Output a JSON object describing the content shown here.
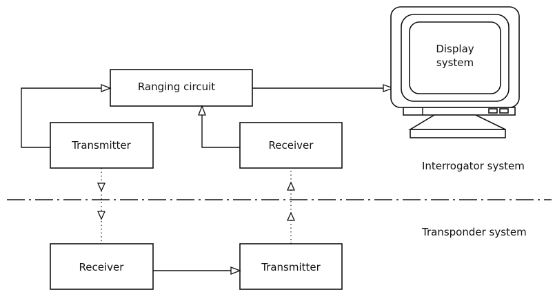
{
  "labels": {
    "ranging_circuit": "Ranging circuit",
    "interrogator_transmitter": "Transmitter",
    "interrogator_receiver": "Receiver",
    "display": [
      "Display",
      "system"
    ],
    "interrogator_system": "Interrogator system",
    "transponder_system": "Transponder system",
    "transponder_receiver": "Receiver",
    "transponder_transmitter": "Transmitter"
  }
}
